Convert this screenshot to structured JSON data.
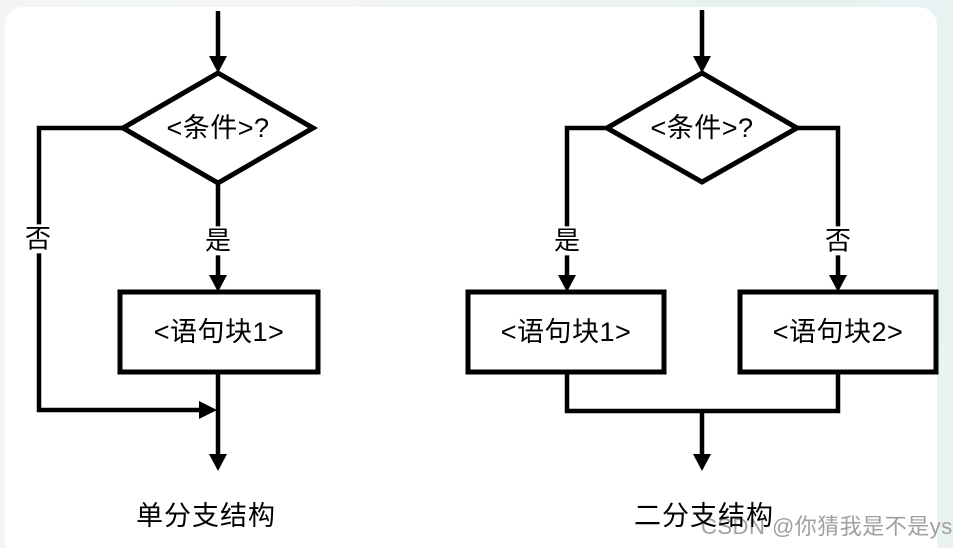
{
  "colors": {
    "line": "#000000",
    "node_fill": "#ffffff",
    "watermark": "#a0a0a0",
    "card_background": "#ffffff",
    "page_background": "#eaf2f4"
  },
  "watermark": {
    "text": "CSDN @你猜我是不是ysh"
  },
  "diagrams": [
    {
      "caption": "单分支结构",
      "condition": "<条件>?",
      "no_label": "否",
      "yes_label": "是",
      "blocks": [
        "<语句块1>"
      ]
    },
    {
      "caption": "二分支结构",
      "condition": "<条件>?",
      "yes_label": "是",
      "no_label": "否",
      "blocks": [
        "<语句块1>",
        "<语句块2>"
      ]
    }
  ]
}
